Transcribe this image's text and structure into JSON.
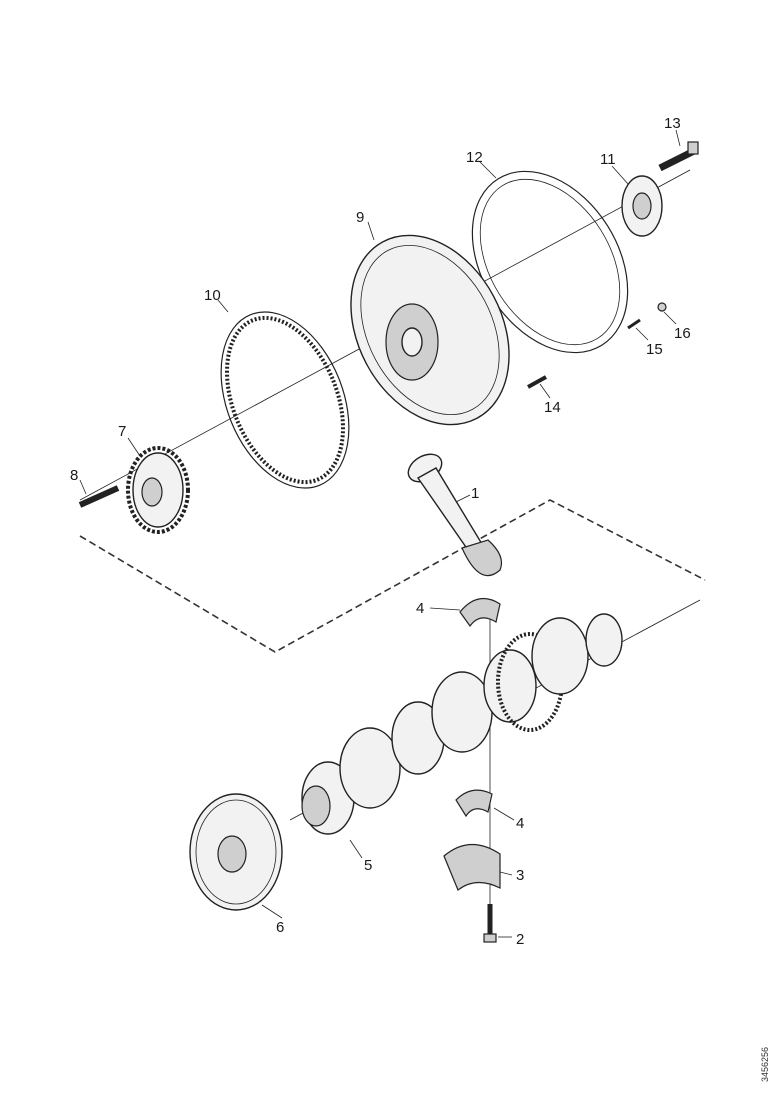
{
  "diagram": {
    "callouts": [
      "1",
      "2",
      "3",
      "4",
      "4",
      "5",
      "6",
      "7",
      "8",
      "9",
      "10",
      "11",
      "12",
      "13",
      "14",
      "15",
      "16"
    ],
    "reference_code": "3456256",
    "colors": {
      "line": "#222222",
      "background": "#ffffff"
    }
  }
}
